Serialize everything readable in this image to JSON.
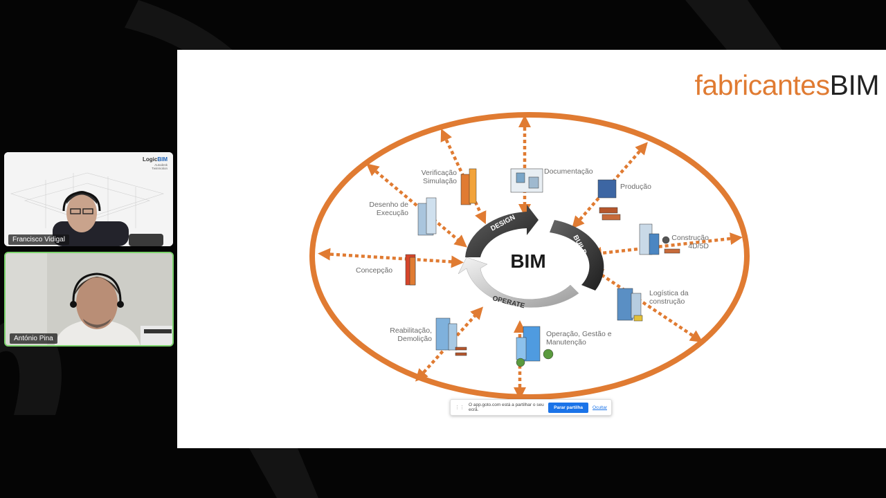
{
  "participants": [
    {
      "name": "Francisco Vidigal",
      "logo_main_1": "Logic",
      "logo_main_2": "BIM",
      "logo_partner_1": "Autodesk",
      "logo_partner_2": "Twinmotion"
    },
    {
      "name": "António Pina"
    }
  ],
  "slide": {
    "brand_part1": "fabricantes",
    "brand_part2": "BIM",
    "center": "BIM",
    "cycle": [
      "DESIGN",
      "BUILD",
      "OPERATE"
    ],
    "labels": {
      "verificacao": [
        "Verificação",
        "Simulação"
      ],
      "documentacao": [
        "Documentação"
      ],
      "producao": [
        "Produção"
      ],
      "desenho": [
        "Desenho de",
        "Execução"
      ],
      "construcao": [
        "Construção",
        "4D/5D"
      ],
      "concepcao": [
        "Concepção"
      ],
      "logistica": [
        "Logística da",
        "construção"
      ],
      "reabilitacao": [
        "Reabilitação,",
        "Demolição"
      ],
      "operacao": [
        "Operação, Gestão e",
        "Manutenção"
      ]
    }
  },
  "sharebar": {
    "message": "O app.goto.com está a partilhar o seu ecrã.",
    "stop_label": "Parar partilha",
    "hide_label": "Ocultar"
  },
  "colors": {
    "accent": "#e07b32",
    "background": "#050505"
  }
}
